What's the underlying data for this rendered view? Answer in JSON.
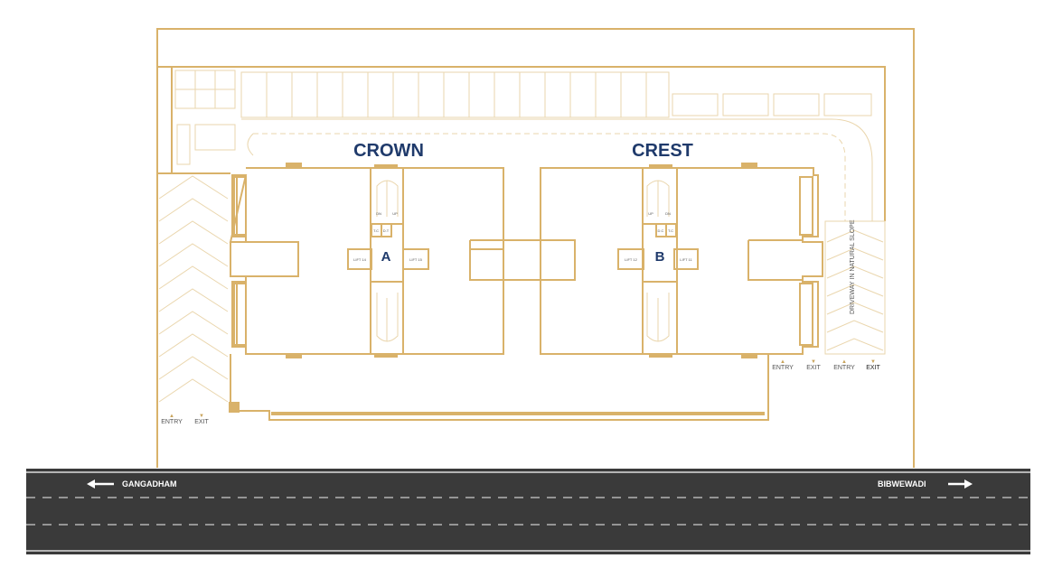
{
  "buildings": [
    {
      "name": "CROWN",
      "core": "A",
      "lifts": [
        "LIFT 14",
        "LIFT 15"
      ],
      "stairs": [
        "DN",
        "UP"
      ],
      "shafts": [
        "T.C",
        "D.T"
      ]
    },
    {
      "name": "CREST",
      "core": "B",
      "lifts": [
        "LIFT 12",
        "LIFT 11"
      ],
      "stairs": [
        "UP",
        "DN"
      ],
      "shafts": [
        "D.C",
        "T.C"
      ]
    }
  ],
  "driveway_label": "DRIVEWAY IN NATURAL SLOPE",
  "gates": {
    "left": [
      "ENTRY",
      "EXIT"
    ],
    "right": [
      "ENTRY",
      "EXIT",
      "ENTRY",
      "EXIT"
    ]
  },
  "road": {
    "left_direction": "GANGADHAM",
    "right_direction": "BIBWEWADI"
  },
  "colors": {
    "wall": "#d9b26a",
    "text": "#1f3a6b",
    "road": "#3a3a3a"
  }
}
